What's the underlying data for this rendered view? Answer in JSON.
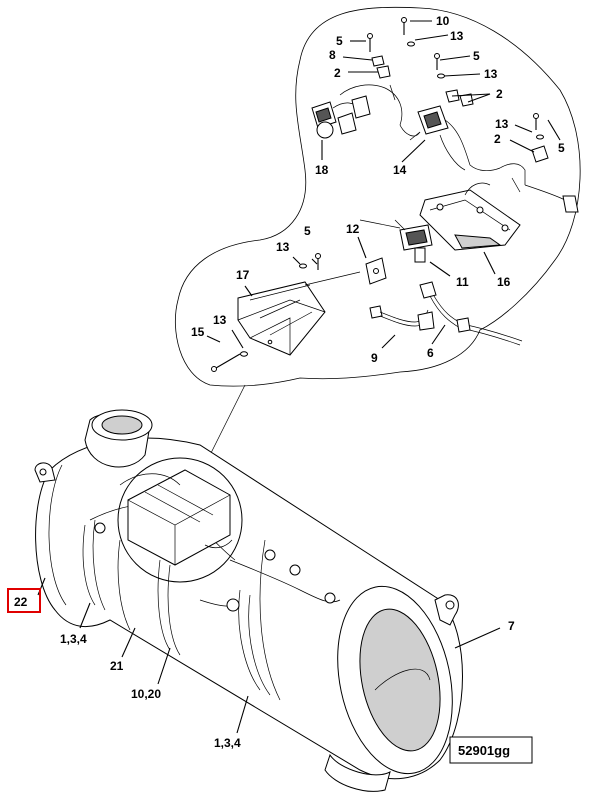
{
  "callouts": {
    "c10": "10",
    "c13a": "13",
    "c5a": "5",
    "c8": "8",
    "c5b": "5",
    "c13b": "13",
    "c2a": "2",
    "c2b": "2",
    "c13c": "13",
    "c2c": "2",
    "c5c": "5",
    "c18": "18",
    "c14": "14",
    "c12": "12",
    "c5d": "5",
    "c13d": "13",
    "c17": "17",
    "c11": "11",
    "c16": "16",
    "c15": "15",
    "c13e": "13",
    "c9": "9",
    "c6": "6",
    "c7": "7",
    "c22": "22",
    "c134a": "1,3,4",
    "c21": "21",
    "c1020": "10,20",
    "c134b": "1,3,4"
  },
  "figure_id": "52901gg",
  "highlighted_callout": "22"
}
